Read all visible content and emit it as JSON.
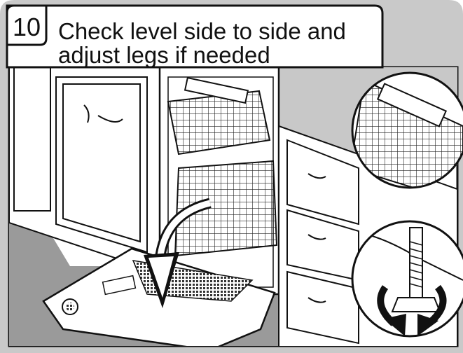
{
  "step": {
    "number": "10",
    "title_line1": "Check level side to side and",
    "title_line2": "adjust legs if needed"
  },
  "icons": {
    "down_arrow": "curved-arrow-down-icon",
    "rotate": "rotate-arrows-icon"
  },
  "colors": {
    "frame_gray": "#c9c9c9",
    "line": "#111111",
    "floor": "#9a9a9a",
    "wall": "#c8c8c8"
  }
}
